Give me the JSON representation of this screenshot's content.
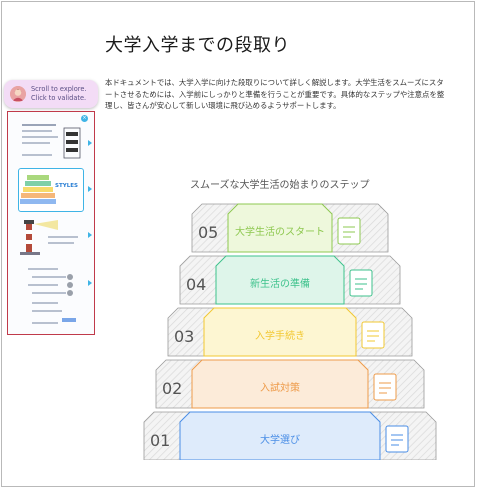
{
  "document": {
    "title": "大学入学までの段取り",
    "intro": "本ドキュメントでは、大学入学に向けた段取りについて詳しく解説します。大学生活をスムーズにスタートさせるためには、入学前にしっかりと準備を行うことが重要です。具体的なステップや注意点を整理し、皆さんが安心して新しい環境に飛び込めるようサポートします。"
  },
  "tooltip": {
    "line1": "Scroll to explore.",
    "line2": "Click to validate."
  },
  "thumbnails": {
    "selected_label": "STYLES"
  },
  "diagram": {
    "title": "スムーズな大学生活の始まりのステップ",
    "steps": [
      {
        "number": "05",
        "label": "大学生活のスタート",
        "color": "#8ec850",
        "fill": "#eef8dc",
        "icon": "graduation-icon"
      },
      {
        "number": "04",
        "label": "新生活の準備",
        "color": "#3ec28c",
        "fill": "#def5ea",
        "icon": "bookshelf-icon"
      },
      {
        "number": "03",
        "label": "入学手続き",
        "color": "#f2c832",
        "fill": "#fdf6d2",
        "icon": "people-icon"
      },
      {
        "number": "02",
        "label": "入試対策",
        "color": "#ee9b4a",
        "fill": "#fcebd9",
        "icon": "document-icon"
      },
      {
        "number": "01",
        "label": "大学選び",
        "color": "#4a8ee6",
        "fill": "#deebfb",
        "icon": "school-building-icon"
      }
    ]
  }
}
